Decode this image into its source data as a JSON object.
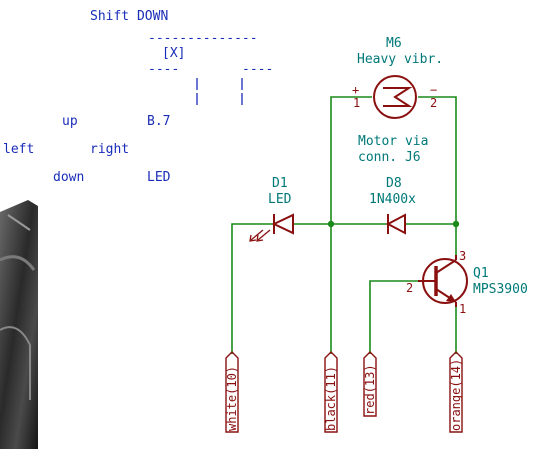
{
  "notes": {
    "shift_down": "Shift DOWN",
    "dashes_top": "--------------",
    "bracket_x": "[X]",
    "dashes_left": "----",
    "dashes_right": "----",
    "up": "up",
    "b7": "B.7",
    "left": "left",
    "right": "right",
    "down": "down",
    "led": "LED"
  },
  "components": {
    "m6": {
      "ref": "M6",
      "value": "Heavy vibr.",
      "note_line1": "Motor via",
      "note_line2": "conn. J6",
      "pin_plus": "+",
      "pin_minus": "−",
      "pin1": "1",
      "pin2": "2"
    },
    "d1": {
      "ref": "D1",
      "value": "LED"
    },
    "d8": {
      "ref": "D8",
      "value": "1N400x"
    },
    "q1": {
      "ref": "Q1",
      "value": "MPS3900",
      "pin1": "1",
      "pin2": "2",
      "pin3": "3"
    }
  },
  "connectors": [
    "white(10)",
    "black(11)",
    "red(13)",
    "orange(14)"
  ],
  "colors": {
    "note_text": "#1a2db8",
    "ref_text": "#007878",
    "symbol": "#8a1010",
    "wire": "#1a8a1a",
    "junction": "#1a8a1a"
  }
}
